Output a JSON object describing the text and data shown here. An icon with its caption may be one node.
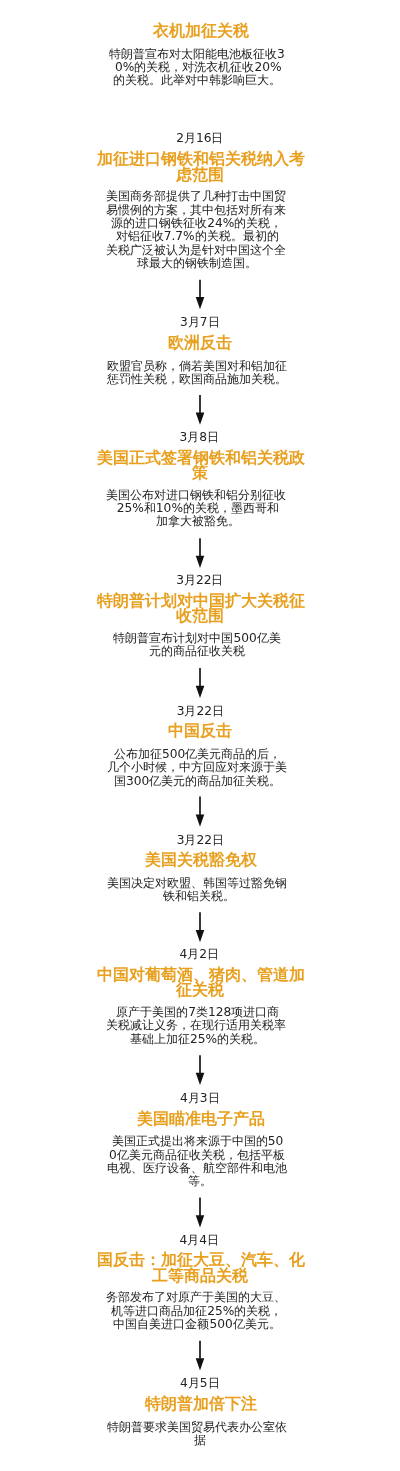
{
  "diagram": {
    "nodes": [
      {
        "text": [
          "衣机加征关税",
          "特朗普宣布对太阳能电池板征收30%的关税，对洗衣机征收20%的关税。此举对中韩影响巨大。"
        ]
      },
      {
        "text": [
          "2月16日",
          "加征进口钢铁和铝关税纳入考虑范围",
          "美国商务部提供了几种打击中国贸易惯例的方案，其中包括对所有来源的进口钢铁征收24%的关税，对铝征收7.7%的关税。最初的关税广泛被认为是针对中国这个全球最大的钢铁制造国。"
        ]
      },
      {
        "text": [
          "3月7日",
          "欧洲反击",
          "欧盟官员称，倘若美国对和铝加征惩罚性关税，欧国商品施加关税。"
        ]
      },
      {
        "text": [
          "3月8日",
          "美国正式签署钢铁和铝关税政策",
          "美国公布对进口钢铁和铝分别征收25%和10%的关税，墨西哥和加拿大被豁免。"
        ]
      },
      {
        "text": [
          "3月22日",
          "特朗普计划对中国扩大关税征收范围",
          "特朗普宣布计划对中国500亿美元的商品征收关税"
        ]
      },
      {
        "text": [
          "3月22日",
          "中国反击",
          "公布加征500亿美元商品的后，几个小时候，中方回应对来源于美国300亿美元的商品加征关税。"
        ]
      },
      {
        "text": [
          "3月22日",
          "美国关税豁免权",
          "美国决定对欧盟、韩国等过豁免钢铁和铝关税。"
        ]
      },
      {
        "text": [
          "4月2日",
          "中国对葡萄酒、猪肉、管道加征关税",
          "原产于美国的7类128项进口商关税减让义务，在现行适用关税率基础上加征25%的关税。"
        ]
      },
      {
        "text": [
          "4月3日",
          "美国瞄准电子产品",
          "美国正式提出将来源于中国的500亿美元商品征收关税，包括平板电视、医疗设备、航空部件和电池等。"
        ]
      },
      {
        "text": [
          "4月4日",
          "国反击：加征大豆、汽车、化工等商品关税",
          "务部发布了对原产于美国的大豆、机等进口商品加征25%的关税，中国自美进口金额500亿美元。"
        ]
      },
      {
        "text": [
          "4月5日",
          "特朗普加倍下注",
          "特朗普要求美国贸易代表办公室依据"
        ]
      }
    ],
    "edges": [
      {
        "from": 1,
        "to": 2,
        "arrow": "to"
      },
      {
        "from": 2,
        "to": 3,
        "arrow": "to"
      },
      {
        "from": 3,
        "to": 4,
        "arrow": "to"
      },
      {
        "from": 4,
        "to": 5,
        "arrow": "to"
      },
      {
        "from": 5,
        "to": 6,
        "arrow": "to"
      },
      {
        "from": 6,
        "to": 7,
        "arrow": "to"
      },
      {
        "from": 7,
        "to": 8,
        "arrow": "to"
      },
      {
        "from": 8,
        "to": 9,
        "arrow": "to"
      },
      {
        "from": 9,
        "to": 10,
        "arrow": "to"
      }
    ]
  }
}
